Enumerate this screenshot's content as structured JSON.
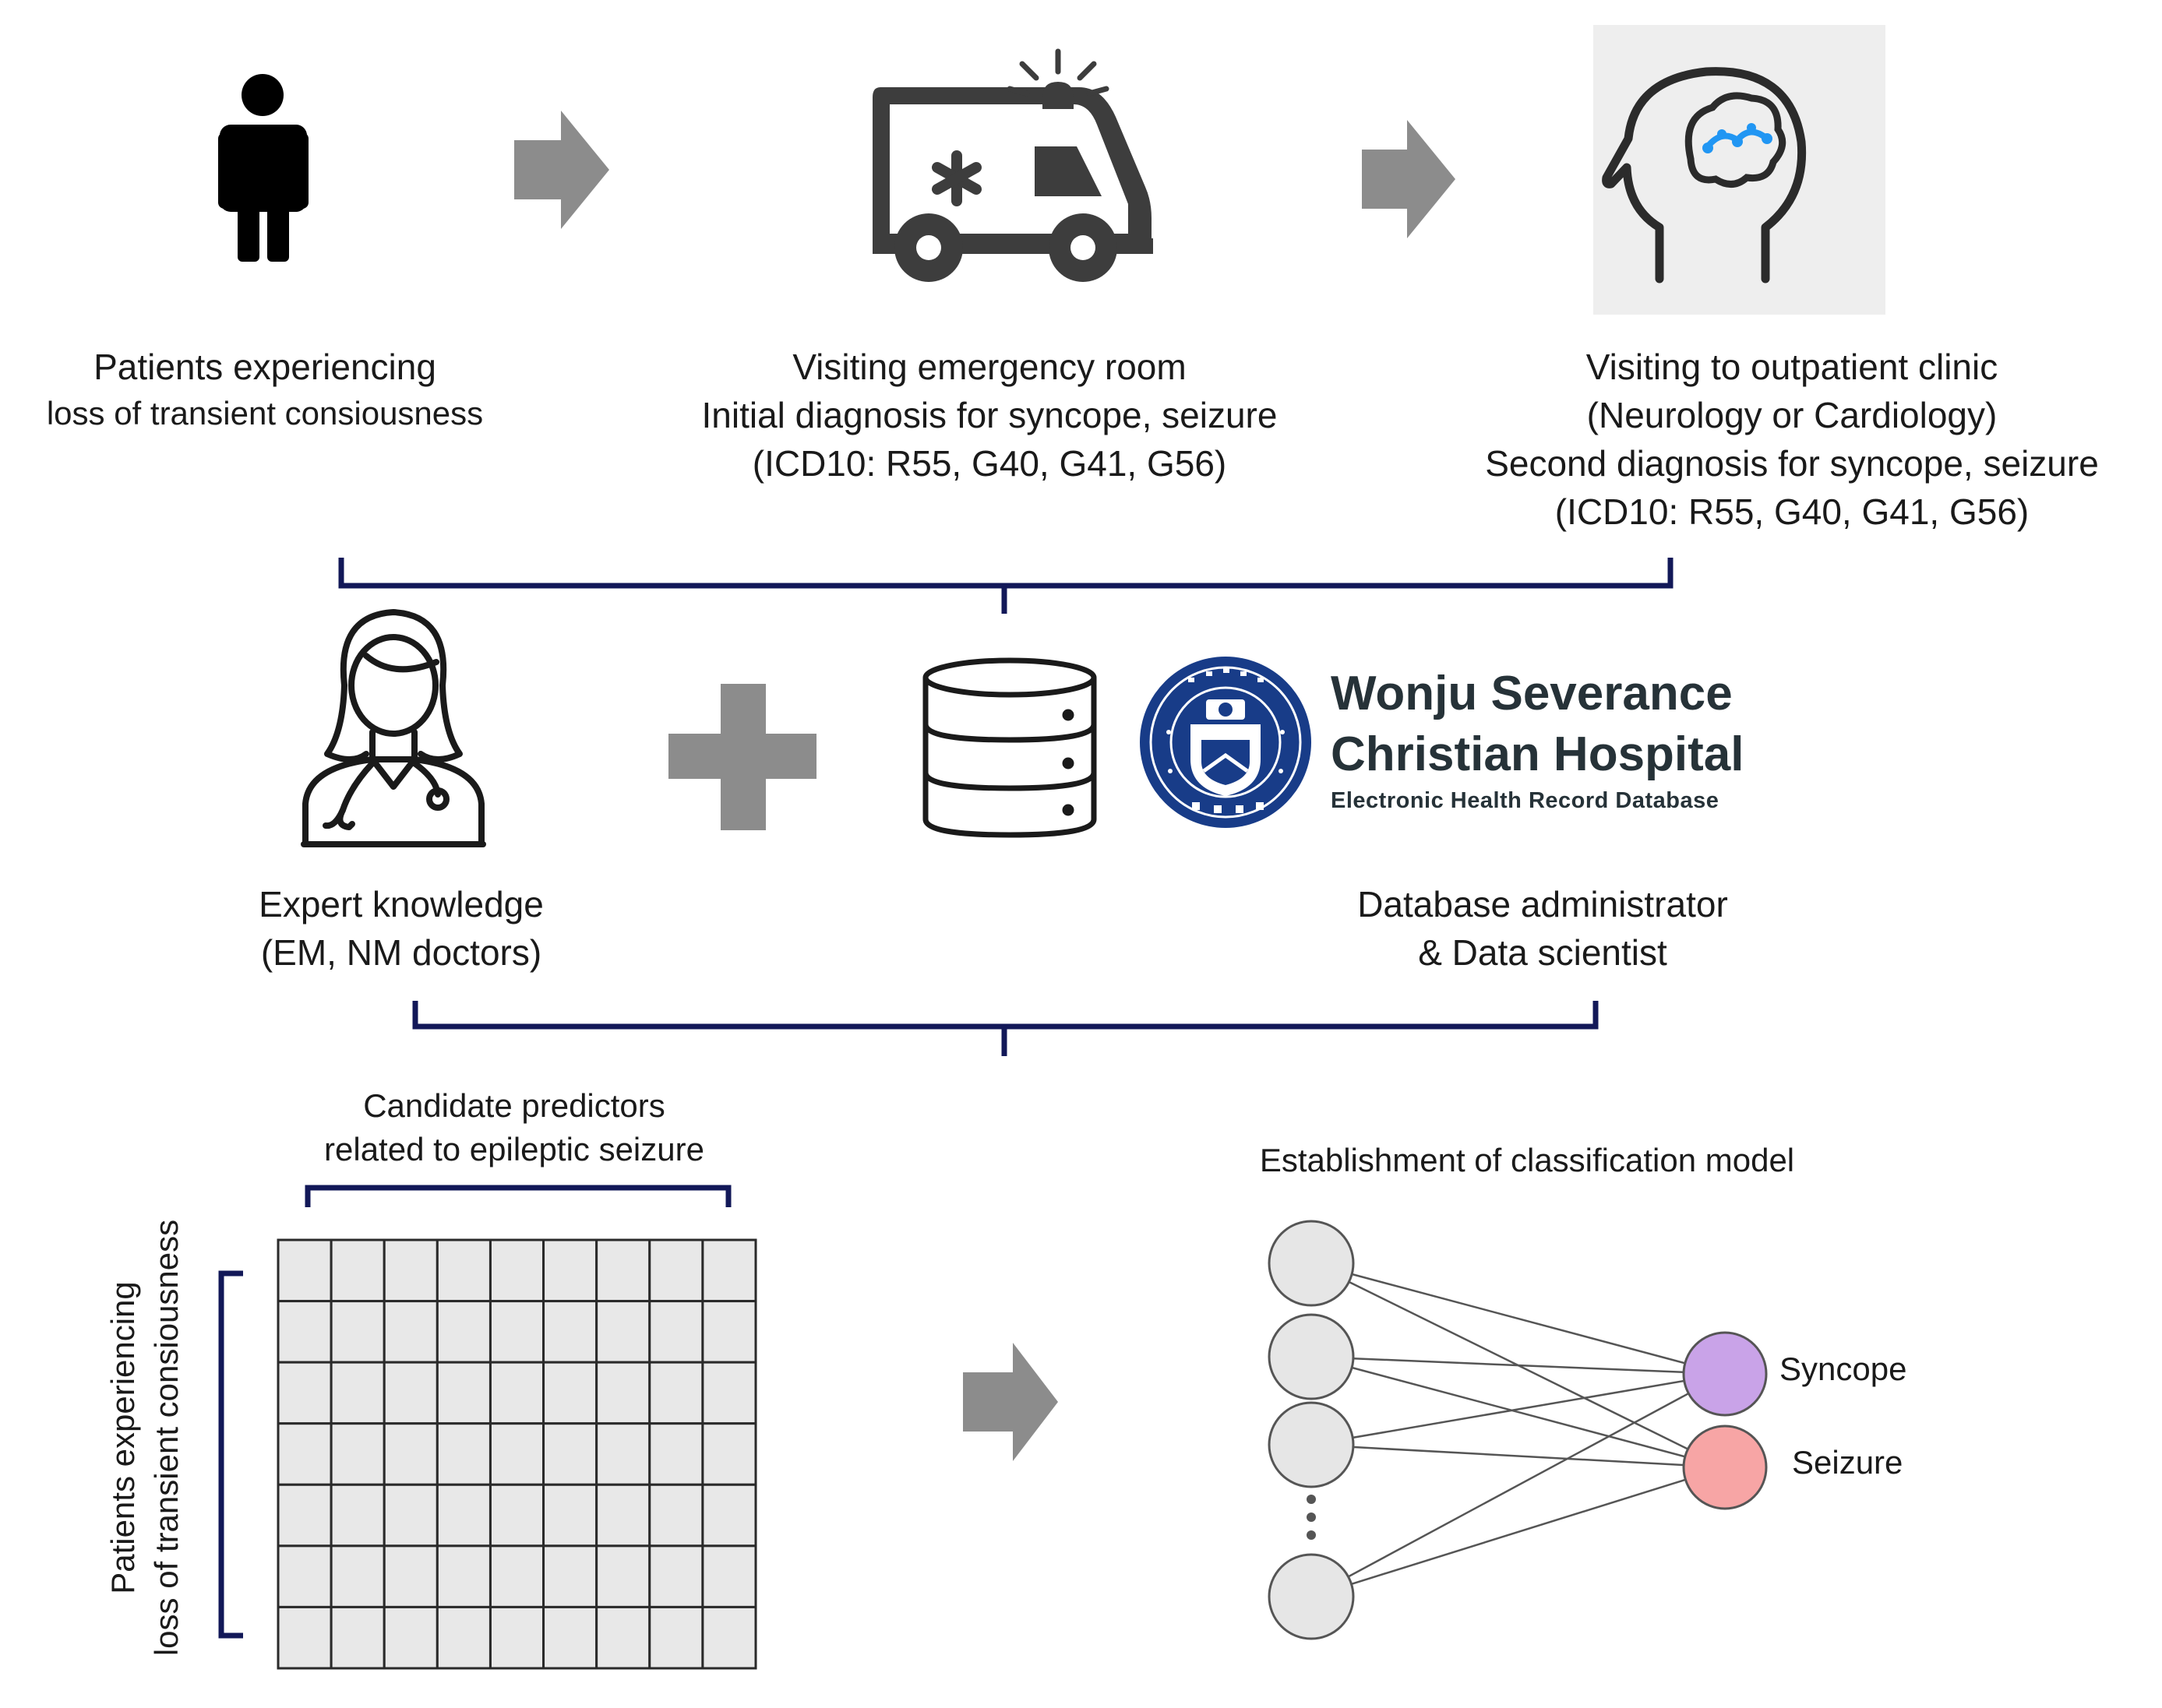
{
  "step1": {
    "line1": "Patients experiencing",
    "line2": "loss of transient consiousness"
  },
  "step2": {
    "line1": "Visiting emergency room",
    "line2": "Initial diagnosis for syncope, seizure",
    "line3": "(ICD10: R55, G40, G41, G56)"
  },
  "step3": {
    "line1": "Visiting to outpatient clinic",
    "line2": "(Neurology or Cardiology)",
    "line3": "Second diagnosis for syncope, seizure",
    "line4": "(ICD10: R55, G40, G41, G56)"
  },
  "expert": {
    "line1": "Expert knowledge",
    "line2": "(EM, NM doctors)"
  },
  "hospital": {
    "name1": "Wonju Severance",
    "name2": "Christian Hospital",
    "subtitle": "Electronic Health Record Database"
  },
  "dba": {
    "line1": "Database administrator",
    "line2": "& Data scientist"
  },
  "matrix": {
    "top1": "Candidate predictors",
    "top2": "related to epileptic seizure",
    "side1": "Patients experiencing",
    "side2": "loss of transient consiousness",
    "rows": 7,
    "cols": 9
  },
  "model": {
    "title": "Establishment of classification model",
    "output1": "Syncope",
    "output2": "Seizure",
    "output1_color": "#c9a3e8",
    "output2_color": "#f7a5a5",
    "input_color": "#e6e6e6"
  },
  "colors": {
    "bracket": "#121858",
    "arrow": "#8c8c8c",
    "cell": "#e8e8e8"
  },
  "icons": [
    "person-icon",
    "ambulance-icon",
    "brain-head-icon",
    "doctor-icon",
    "plus-icon",
    "database-icon",
    "university-seal-icon"
  ]
}
